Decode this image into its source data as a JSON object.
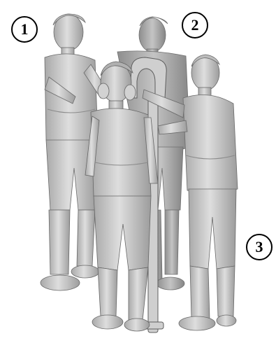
{
  "callouts": [
    "1",
    "2",
    "3"
  ],
  "colors": {
    "background": "#ffffff",
    "figure_fill": "#c9c9c9",
    "figure_shade": "#9a9a9a",
    "figure_highlight": "#e6e6e6",
    "outline": "#000000"
  }
}
